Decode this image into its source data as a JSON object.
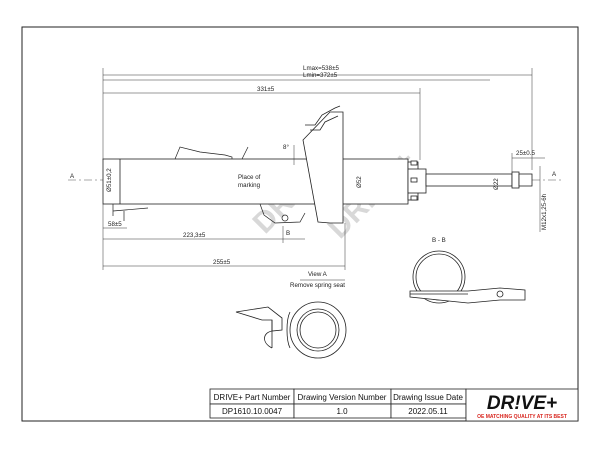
{
  "drawing": {
    "labels": {
      "lmax": "Lmax=538±5",
      "lmin": "Lmin=372±5",
      "len331": "331±5",
      "len255": "255±5",
      "len223": "223,3±5",
      "len58": "58±5",
      "len25": "25±0.5",
      "thread": "M12x1,25-6h",
      "dia22": "Ø22",
      "dia52": "Ø52",
      "dia_left": "Ø51±0,2",
      "view_a": "A",
      "label_a_right": "A",
      "label_b": "B",
      "place_marking": "Place of\nmarking",
      "angle": "8°",
      "section_bb": "B - B",
      "view_a_note": "View A",
      "remove_spring": "Remove spring seat"
    },
    "watermark": "DRIVE+"
  },
  "title_block": {
    "headers": [
      "DRIVE+ Part Number",
      "Drawing Version Number",
      "Drawing Issue Date"
    ],
    "values": [
      "DP1610.10.0047",
      "1.0",
      "2022.05.11"
    ]
  },
  "logo": {
    "text": "DR!VE+",
    "tagline": "OE MATCHING QUALITY AT ITS BEST",
    "colors": {
      "brand_red": "#d8261f",
      "ink": "#111111"
    }
  }
}
